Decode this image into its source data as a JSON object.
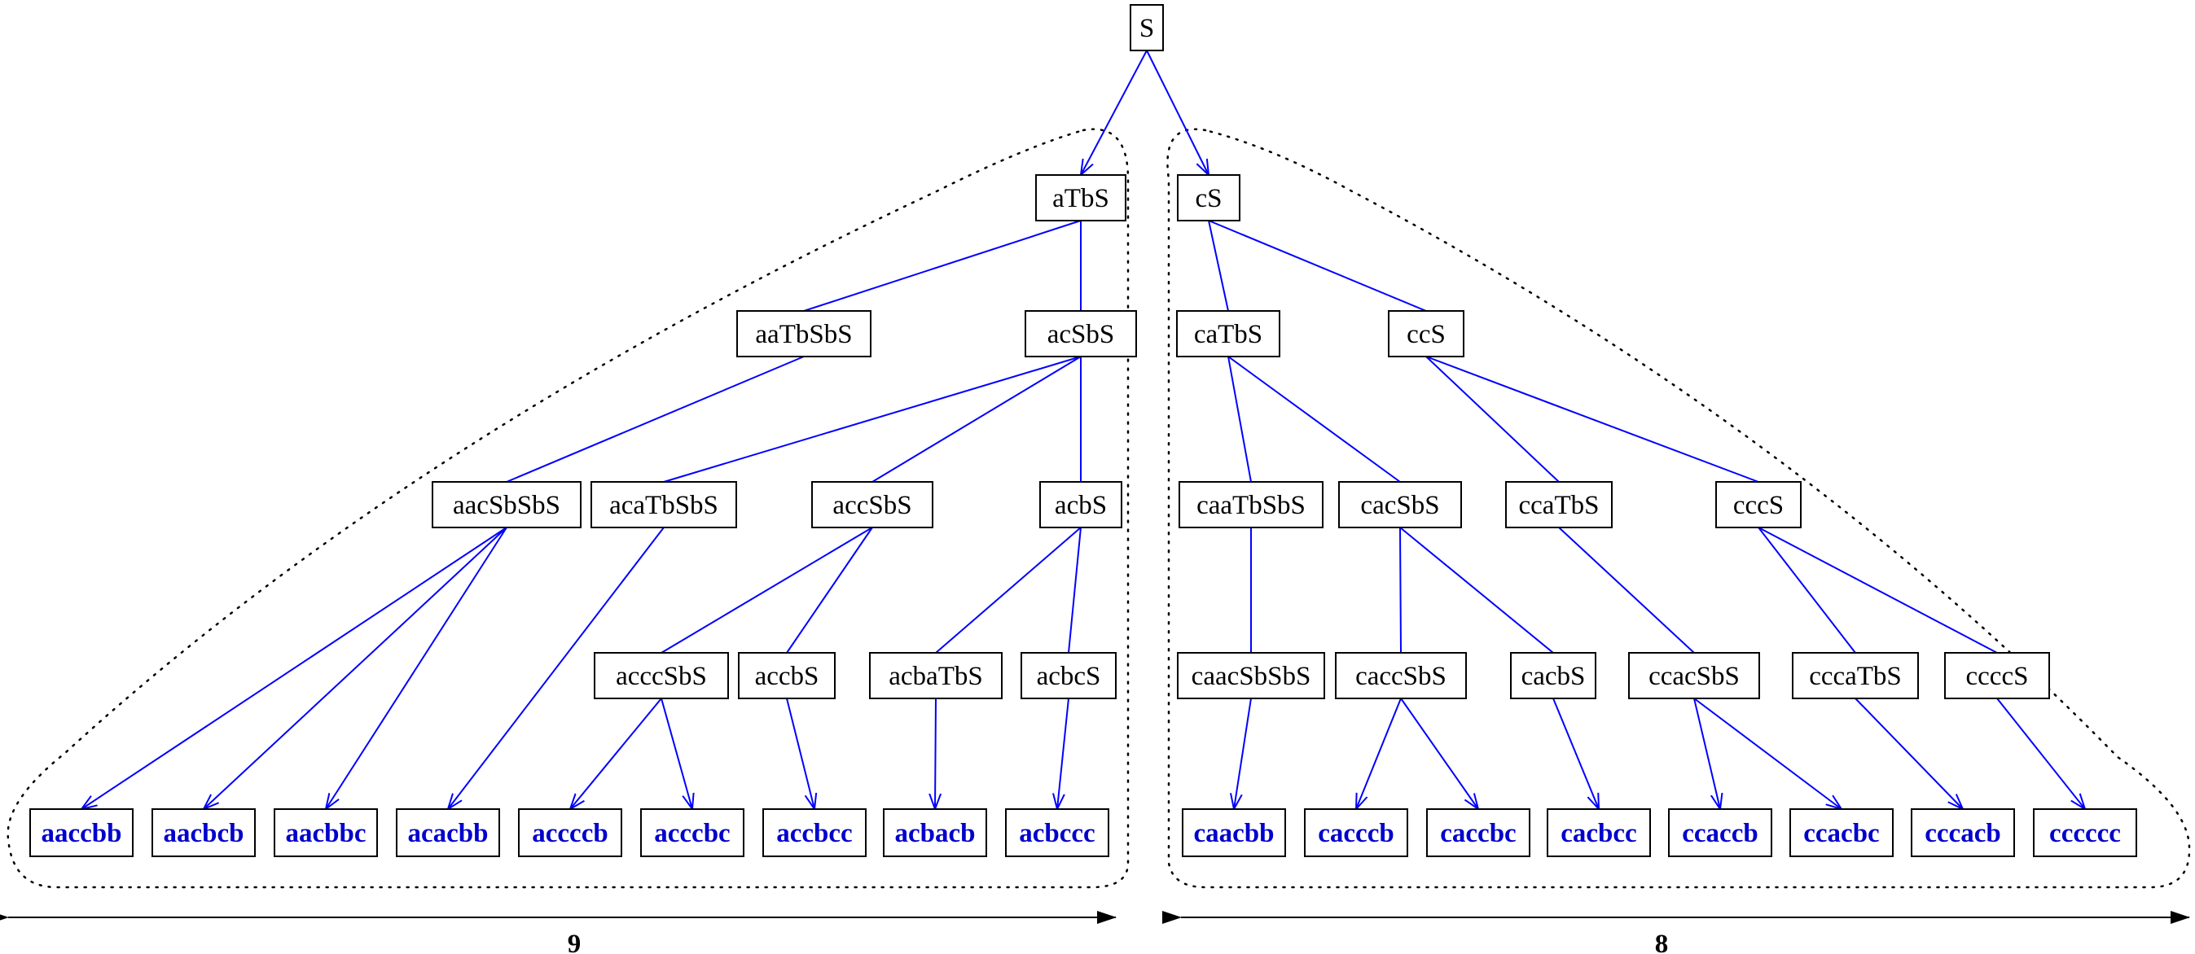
{
  "colors": {
    "edge": "#0000ff",
    "leaf_text": "#0000cc",
    "node_border": "#000000",
    "text": "#000000"
  },
  "tree": {
    "root": "S",
    "branches": [
      {
        "label": "aTbS",
        "children": [
          {
            "label": "aaTbSbS",
            "children": [
              {
                "label": "aacSbSbS",
                "leaves": [
                  "aaccbb",
                  "aacbcb",
                  "aacbbc"
                ]
              }
            ]
          },
          {
            "label": "acSbS",
            "children": [
              {
                "label": "acaTbSbS",
                "leaves": [
                  "acacbb"
                ]
              },
              {
                "label": "accSbS",
                "children": [
                  {
                    "label": "acccSbS",
                    "leaves": [
                      "accccb",
                      "acccbc"
                    ]
                  },
                  {
                    "label": "accbS",
                    "leaves": [
                      "accbcc"
                    ]
                  }
                ]
              },
              {
                "label": "acbS",
                "children": [
                  {
                    "label": "acbaTbS",
                    "leaves": [
                      "acbacb"
                    ]
                  },
                  {
                    "label": "acbcS",
                    "leaves": [
                      "acbccc"
                    ]
                  }
                ]
              }
            ]
          }
        ]
      },
      {
        "label": "cS",
        "children": [
          {
            "label": "caTbS",
            "children": [
              {
                "label": "caaTbSbS",
                "children": [
                  {
                    "label": "caacSbSbS",
                    "leaves": [
                      "caacbb"
                    ]
                  }
                ]
              },
              {
                "label": "cacSbS",
                "children": [
                  {
                    "label": "caccSbS",
                    "leaves": [
                      "cacccb",
                      "caccbc"
                    ]
                  },
                  {
                    "label": "cacbS",
                    "leaves": [
                      "cacbcc"
                    ]
                  }
                ]
              }
            ]
          },
          {
            "label": "ccS",
            "children": [
              {
                "label": "ccaTbS",
                "children": [
                  {
                    "label": "ccacSbS",
                    "leaves": [
                      "ccaccb",
                      "ccacbc"
                    ]
                  }
                ]
              },
              {
                "label": "cccS",
                "children": [
                  {
                    "label": "cccaTbS",
                    "leaves": [
                      "cccacb"
                    ]
                  },
                  {
                    "label": "ccccS",
                    "leaves": [
                      "cccccc"
                    ]
                  }
                ]
              }
            ]
          }
        ]
      }
    ]
  },
  "counts": {
    "left": "9",
    "right": "8"
  }
}
